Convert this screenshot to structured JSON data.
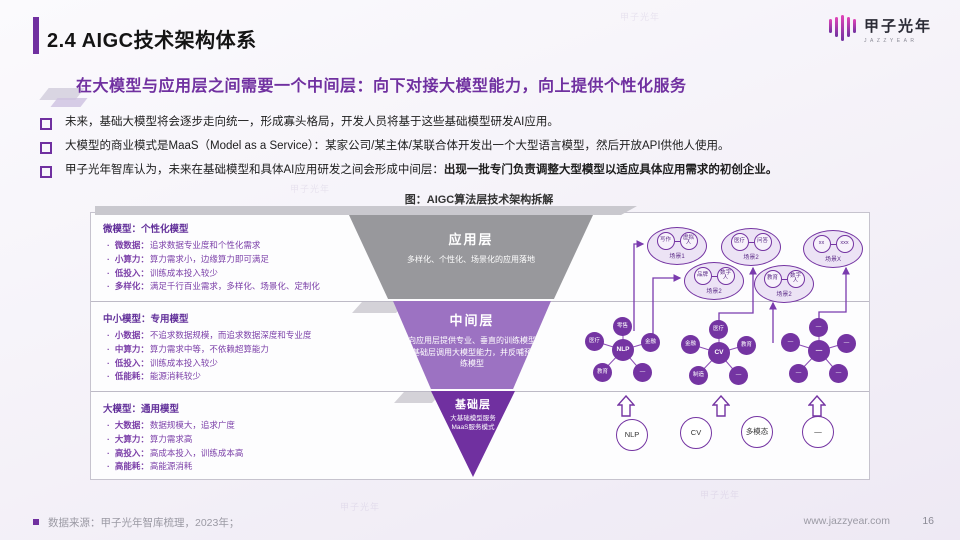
{
  "header": {
    "title": "2.4 AIGC技术架构体系"
  },
  "logo": {
    "name": "甲子光年",
    "sub": "JAZZYEAR"
  },
  "subtitle": "在大模型与应用层之间需要一个中间层：向下对接大模型能力，向上提供个性化服务",
  "bullets": [
    {
      "text": "未来，基础大模型将会逐步走向统一，形成寡头格局，开发人员将基于这些基础模型研发AI应用。",
      "bold": ""
    },
    {
      "text": "大模型的商业模式是MaaS（Model as a Service）：某家公司/某主体/某联合体开发出一个大型语言模型，然后开放API供他人使用。",
      "bold": ""
    },
    {
      "text": "甲子光年智库认为，未来在基础模型和具体AI应用研发之间会形成中间层：",
      "bold": "出现一批专门负责调整大型模型以适应具体应用需求的初创企业。"
    }
  ],
  "figure": {
    "title": "图：AIGC算法层技术架构拆解"
  },
  "model_boxes": [
    {
      "title": "微模型：个性化模型",
      "items": [
        {
          "k": "微数据：",
          "v": "追求数据专业度和个性化需求"
        },
        {
          "k": "小算力：",
          "v": "算力需求小，边缘算力即可满足"
        },
        {
          "k": "低投入：",
          "v": "训练成本投入较少"
        },
        {
          "k": "多样化：",
          "v": "满足千行百业需求，多样化、场景化、定制化"
        }
      ]
    },
    {
      "title": "中小模型：专用模型",
      "items": [
        {
          "k": "小数据：",
          "v": "不追求数据规模，而追求数据深度和专业度"
        },
        {
          "k": "中算力：",
          "v": "算力需求中等，不依赖超算能力"
        },
        {
          "k": "低投入：",
          "v": "训练成本投入较少"
        },
        {
          "k": "低能耗：",
          "v": "能源消耗较少"
        }
      ]
    },
    {
      "title": "大模型：通用模型",
      "items": [
        {
          "k": "大数据：",
          "v": "数据规模大，追求广度"
        },
        {
          "k": "大算力：",
          "v": "算力需求高"
        },
        {
          "k": "高投入：",
          "v": "高成本投入，训练成本高"
        },
        {
          "k": "高能耗：",
          "v": "高能源消耗"
        }
      ]
    }
  ],
  "funnel": [
    {
      "label": "应用层",
      "desc": "多样化、个性化、场景化的应用落地"
    },
    {
      "label": "中间层",
      "desc": "向应用层提供专业、垂直的训练模型\n向基础层调用大模型能力，并反哺预训练模型"
    },
    {
      "label": "基础层",
      "desc": "大基础模型服务\nMaaS服务模式"
    }
  ],
  "network": {
    "scenes": [
      {
        "label": "场景1",
        "a": "写作",
        "b": "虚拟人"
      },
      {
        "label": "场景2",
        "a": "医疗",
        "b": "问答"
      },
      {
        "label": "场景X",
        "a": "xx",
        "b": "xxx"
      },
      {
        "label": "场景2",
        "a": "品牌",
        "b": "数字人"
      },
      {
        "label": "场景2",
        "a": "教育",
        "b": "数字人"
      }
    ],
    "clusters": [
      {
        "center": "NLP",
        "s1": "零售",
        "s2": "医疗",
        "s3": "金融",
        "s4": "教育",
        "s5": "—"
      },
      {
        "center": "CV",
        "s1": "医疗",
        "s2": "金融",
        "s3": "教育",
        "s4": "制造",
        "s5": "—"
      },
      {
        "center": "—",
        "s1": "—",
        "s2": "—",
        "s3": "—",
        "s4": "—",
        "s5": "—"
      }
    ],
    "bases": [
      "NLP",
      "CV",
      "多模态",
      "—"
    ]
  },
  "footer": {
    "source": "数据来源：甲子光年智库梳理，2023年；",
    "website": "www.jazzyear.com",
    "page": "16"
  },
  "watermark": "甲子光年",
  "colors": {
    "accent": "#7030a0",
    "funnel_top": "#98989c",
    "funnel_mid": "#9c72c2",
    "funnel_base": "#7030a0"
  }
}
